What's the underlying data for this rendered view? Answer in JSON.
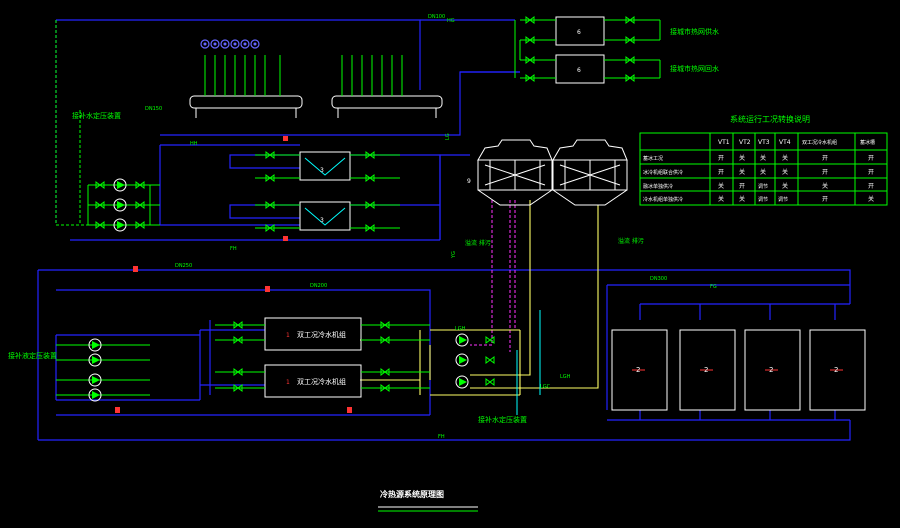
{
  "drawing": {
    "title": "冷热源系统原理图"
  },
  "colors": {
    "background": "#000000",
    "pipe_blue": "#2323ff",
    "pipe_green": "#00ff00",
    "pipe_magenta": "#ff33ff",
    "pipe_yellow": "#ffff66",
    "pipe_cyan": "#00ffff",
    "equipment_white": "#ffffff",
    "text_green": "#00ff00",
    "valve_red": "#ff3333"
  },
  "labels": {
    "left_makeup_upper": "接补水定压装置",
    "left_makeup_lower": "接补液定压装置",
    "makeup_bottom": "接补水定压装置",
    "to_outdoor_supply": "接城市热网供水",
    "to_outdoor_return": "接城市热网回水",
    "drain_left": "溢流 排污",
    "drain_right": "溢流 排污",
    "chiller_upper": "双工况冷水机组",
    "chiller_lower": "双工况冷水机组",
    "chiller_num_upper": "1",
    "chiller_num_lower": "1",
    "hx_upper": "3",
    "hx_lower": "3",
    "tower_left": "9",
    "tank_num": "2",
    "hx66_upper": "6",
    "hx66_lower": "6",
    "pipe_dn300": "DN300",
    "pipe_dn250": "DN250",
    "pipe_dn200": "DN200",
    "pipe_dn150": "DN150",
    "pipe_dn100": "DN100",
    "pipe_lg": "LG",
    "pipe_lgh": "LGH",
    "pipe_lgc": "LGC",
    "pipe_hg": "HG",
    "pipe_hh": "HH",
    "pipe_fh": "FH",
    "pipe_yg": "YG",
    "pipe_fg": "FG"
  },
  "table": {
    "title": "系统运行工况转换说明",
    "headers": [
      "",
      "VT1",
      "VT2",
      "VT3",
      "VT4",
      "双工况冷水机组",
      "蓄冰槽"
    ],
    "rows": [
      [
        "蓄冰工况",
        "开",
        "关",
        "关",
        "关",
        "开",
        "开"
      ],
      [
        "冰冷机组联合供冷",
        "开",
        "关",
        "关",
        "关",
        "开",
        "开"
      ],
      [
        "融冰单独供冷",
        "关",
        "开",
        "调节",
        "关",
        "关",
        "开"
      ],
      [
        "冷水机组单独供冷",
        "关",
        "关",
        "调节",
        "调节",
        "开",
        "关"
      ]
    ]
  }
}
